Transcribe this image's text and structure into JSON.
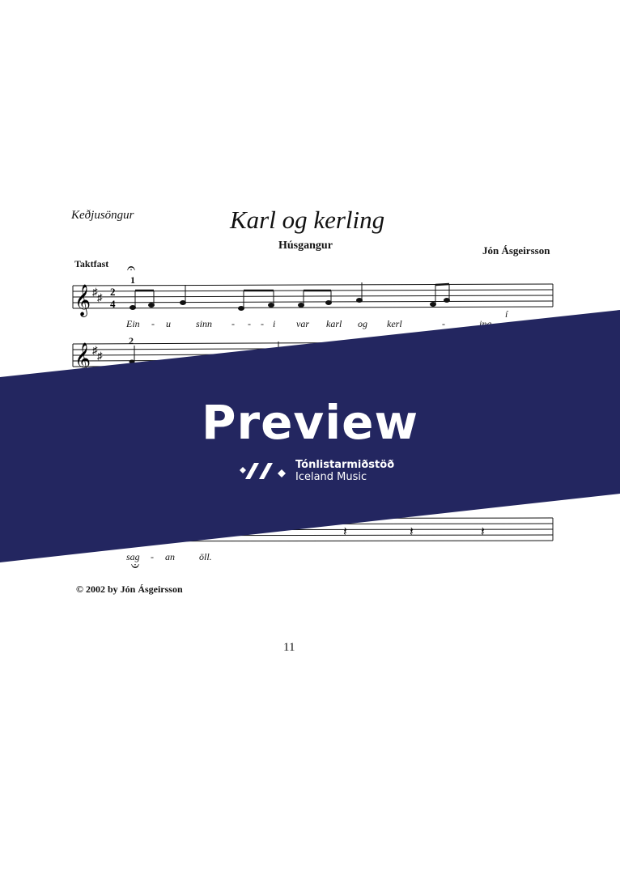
{
  "score": {
    "genre_label": "Keðjusöngur",
    "title": "Karl og kerling",
    "subtitle": "Húsgangur",
    "composer": "Jón Ásgeirsson",
    "tempo": "Taktfast",
    "time_signature": {
      "top": "2",
      "bottom": "4"
    },
    "measure_numbers": [
      "1",
      "2"
    ],
    "lyrics_line1": [
      "Ein",
      "-",
      "u",
      "sinn",
      "-",
      "-",
      "-",
      "i",
      "var",
      "karl",
      "og",
      "kerl",
      "-",
      "ing",
      "í"
    ],
    "lyrics_last": [
      "sag",
      "-",
      "an",
      "öll."
    ],
    "copyright": "© 2002 by Jón Ásgeirsson",
    "page_number": "11"
  },
  "watermark": {
    "label": "Preview",
    "org_name": "Tónlistarmiðstöð",
    "org_name_en": "Iceland Music",
    "color": "#232660"
  }
}
